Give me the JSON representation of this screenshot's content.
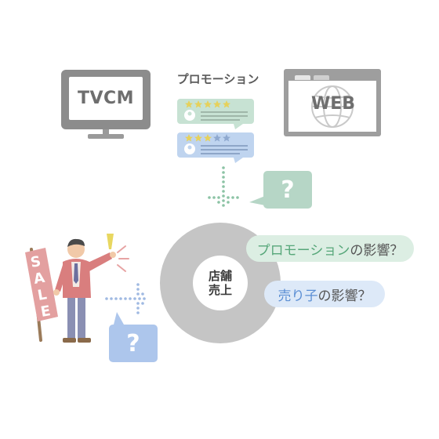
{
  "tv": {
    "label": "TVCM"
  },
  "promotion": {
    "title": "プロモーション"
  },
  "web": {
    "label": "WEB"
  },
  "store": {
    "line1": "店舗",
    "line2": "売上"
  },
  "questions": {
    "q1": "?",
    "q2": "?"
  },
  "bubble_green": {
    "highlight": "プロモーション",
    "suffix": "の影響？"
  },
  "bubble_blue": {
    "highlight": "売り子",
    "suffix": "の影響？"
  },
  "sign": {
    "text": "SALE"
  },
  "colors": {
    "green_accent": "#57a77a",
    "blue_accent": "#5c8fd4",
    "gray": "#c5c5c5",
    "salmon": "#e3a0a0"
  }
}
